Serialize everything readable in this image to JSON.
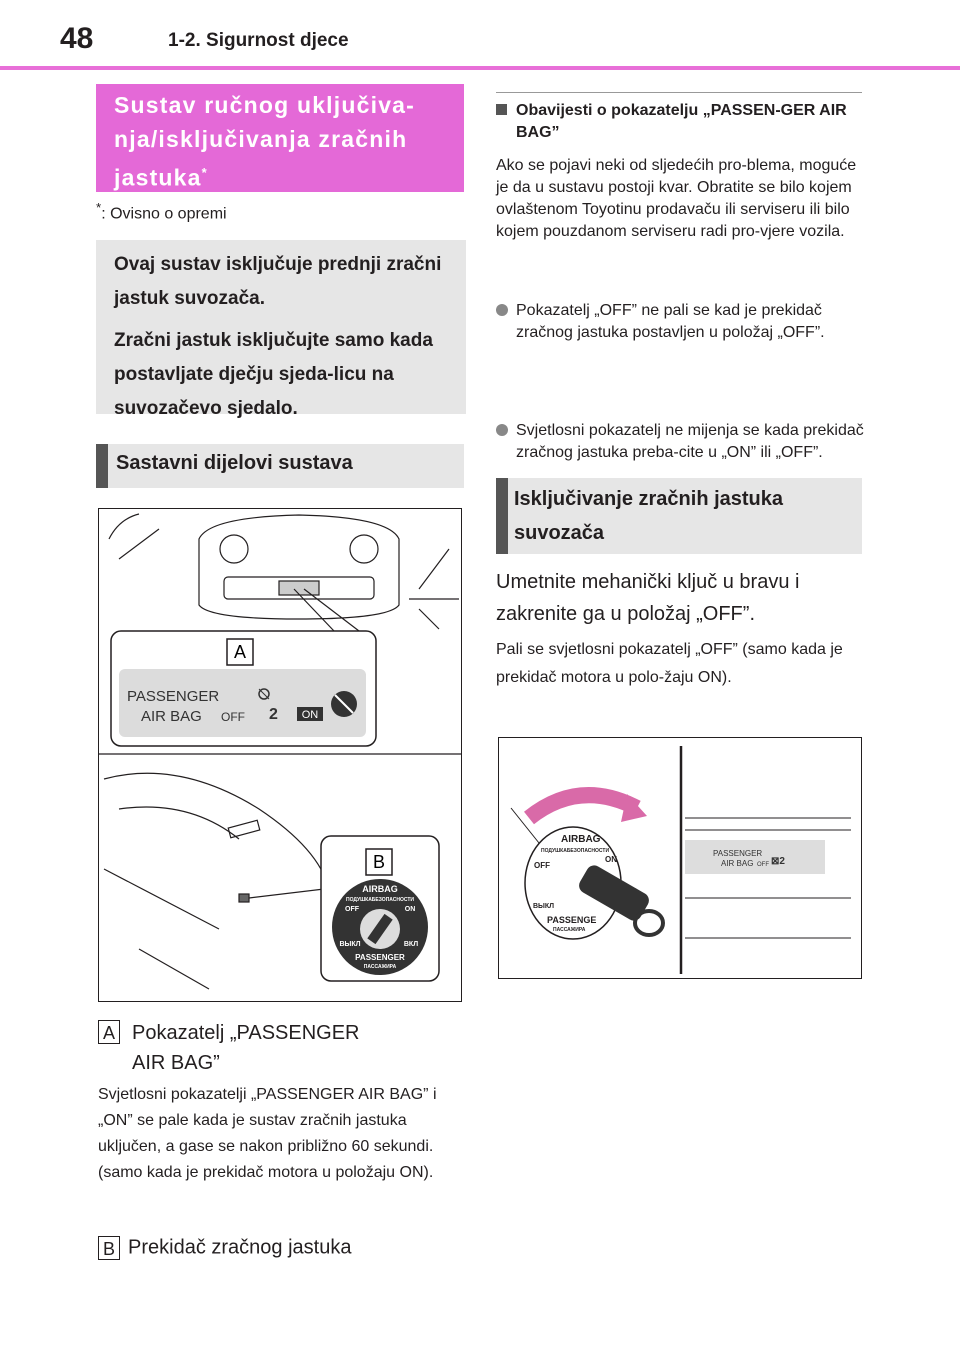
{
  "header": {
    "page_number": "48",
    "section": "1-2. Sigurnost djece"
  },
  "title_box": {
    "line1": "Sustav ručnog uključiva-",
    "line2": "nja/isključivanja zračnih",
    "line3": "jastuka",
    "mark": "*"
  },
  "footnote": {
    "mark": "*",
    "text": ": Ovisno o opremi"
  },
  "summary": {
    "p1": "Ovaj sustav isključuje prednji zračni jastuk suvozača.",
    "p2": "Zračni jastuk isključujte samo kada postavljate dječju sjeda-licu na suvozačevo sjedalo."
  },
  "components_heading": "Sastavni dijelovi sustava",
  "figure1": {
    "callout_a": "A",
    "callout_b": "B",
    "indicator_line1": "PASSENGER",
    "indicator_line2": "AIR BAG",
    "indicator_off": "OFF",
    "indicator_on": "ON",
    "switch_airbag": "AIRBAG",
    "switch_cyr": "ПОДУШКАБЕЗОПАСНОСТИ",
    "switch_off": "OFF",
    "switch_on": "ON",
    "switch_vykl": "ВЫКЛ",
    "switch_vkl": "ВКЛ",
    "switch_passenger": "PASSENGER",
    "switch_cyr2": "ПАССАЖИРА"
  },
  "item_a": {
    "label": "A",
    "line1": "Pokazatelj „PASSENGER",
    "line2": "AIR BAG”"
  },
  "desc_a": "Svjetlosni pokazatelji „PASSENGER AIR BAG” i „ON” se pale kada je sustav zračnih jastuka uključen, a gase se nakon približno 60 sekundi. (samo kada je prekidač motora u položaju ON).",
  "item_b": {
    "label": "B",
    "text": "Prekidač zračnog jastuka"
  },
  "right": {
    "sq_heading": "Obavijesti o pokazatelju „PASSEN-GER AIR BAG”",
    "para": "Ako se pojavi neki od sljedećih pro-blema, moguće je da u sustavu postoji kvar. Obratite se bilo kojem ovlaštenom Toyotinu prodavaču ili serviseru ili bilo kojem pouzdanom serviseru radi pro-vjere vozila.",
    "bullet1": "Pokazatelj „OFF” ne pali se kad je prekidač zračnog jastuka postavljen u položaj „OFF”.",
    "bullet2": "Svjetlosni pokazatelj ne mijenja se kada prekidač zračnog jastuka preba-cite u „ON” ili „OFF”.",
    "heading2": "Isključivanje zračnih jastuka suvozača",
    "step": "Umetnite mehanički ključ u bravu i zakrenite ga u položaj „OFF”.",
    "step_note": "Pali se svjetlosni pokazatelj „OFF” (samo kada je prekidač motora u polo-žaju ON)."
  },
  "figure2": {
    "sw_airbag": "AIRBAG",
    "sw_cyr": "ПОДУШКАБЕЗОПАСНОСТИ",
    "sw_off": "OFF",
    "sw_on": "ON",
    "sw_vykl": "ВЫКЛ",
    "sw_passenger": "PASSENGE",
    "sw_cyr2": "ПАССАЖИРА",
    "ind_line1": "PASSENGER",
    "ind_line2": "AIR BAG",
    "ind_off": "OFF"
  }
}
